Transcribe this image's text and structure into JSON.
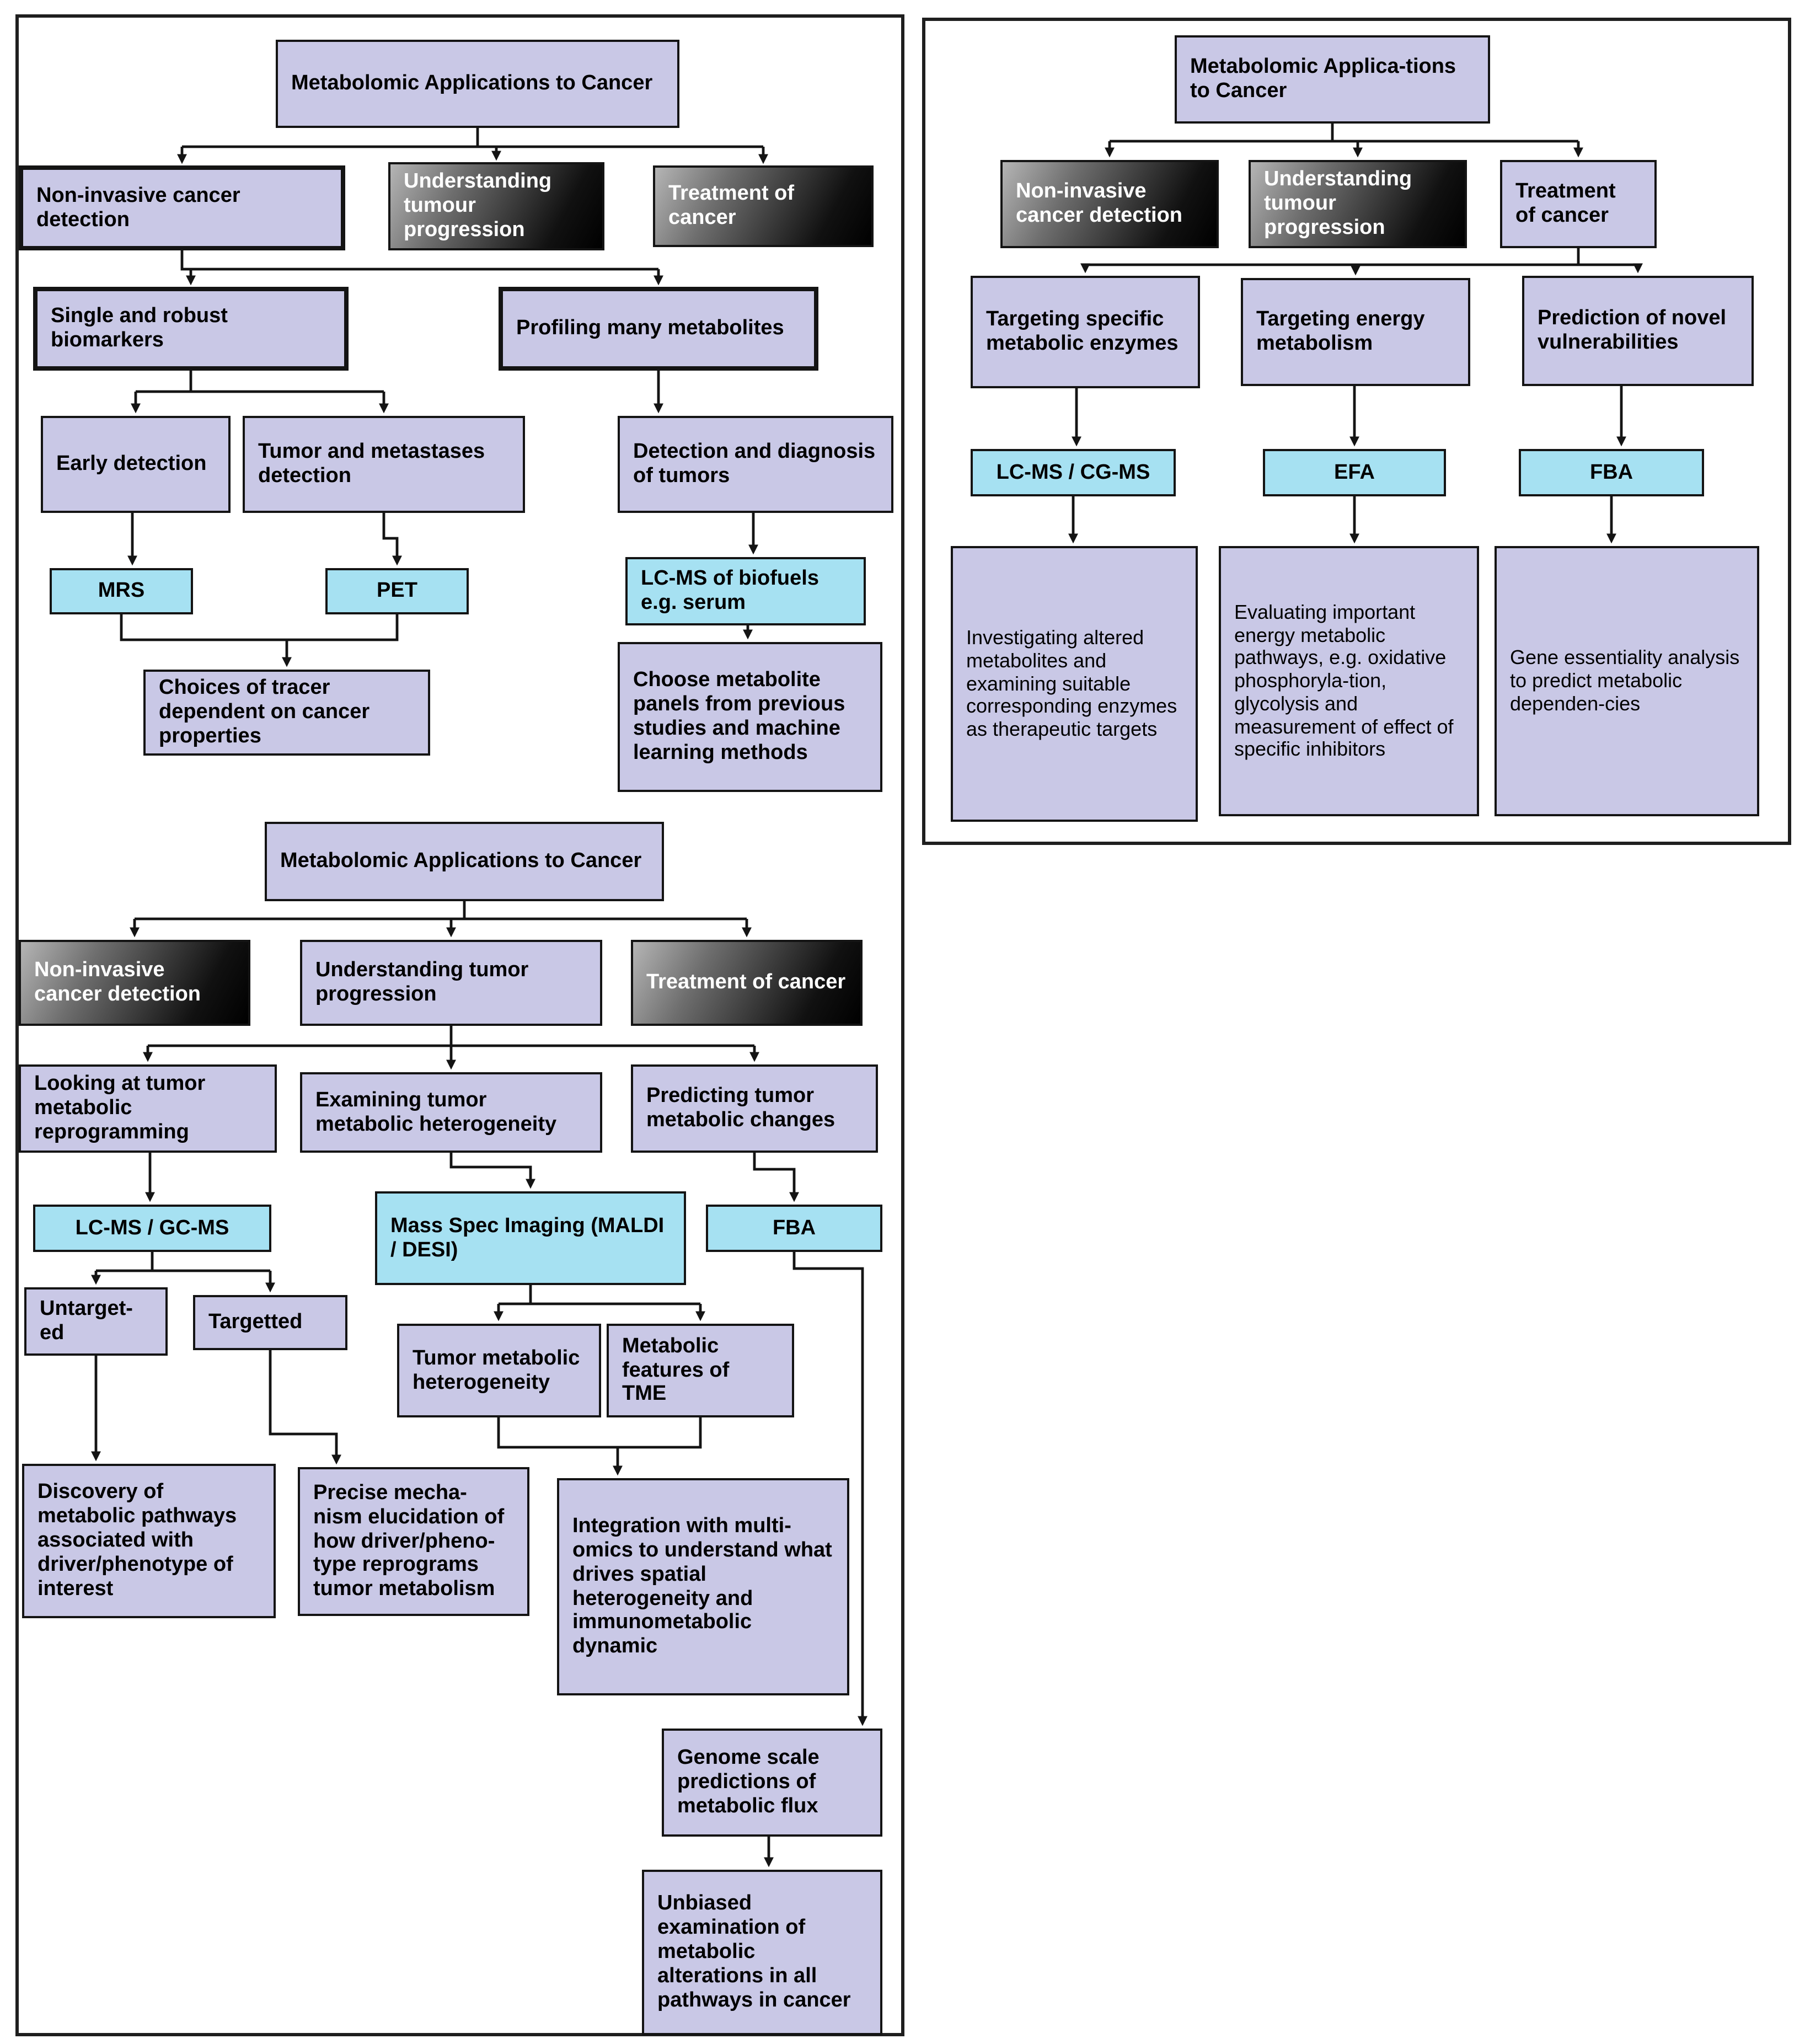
{
  "figure": {
    "title": "Metabolomic Applications to Cancer flowcharts"
  },
  "colors": {
    "node_fill": "#c9c8e6",
    "method_fill": "#a6e1f2",
    "border": "#141414",
    "inactive_gradient_start": "#b5b5b5",
    "inactive_gradient_end": "#000000"
  },
  "panels": {
    "detection": {
      "root": "Metabolomic Applications to Cancer",
      "noninvasive": "Non-invasive cancer detection",
      "understanding": "Understanding tumour progression",
      "treatment": "Treatment of cancer",
      "single_biomarkers": "Single and robust biomarkers",
      "profiling": "Profiling many metabolites",
      "early": "Early detection",
      "tumor_metastases": "Tumor and metastases detection",
      "detection_diagnosis": "Detection and diagnosis of tumors",
      "mrs": "MRS",
      "pet": "PET",
      "lcms_biofluids": "LC-MS of biofuels e.g. serum",
      "tracer": "Choices of tracer dependent on cancer properties",
      "panels_box": "Choose metabolite panels from previous studies and machine learning methods"
    },
    "progression": {
      "root": "Metabolomic Applications to Cancer",
      "noninvasive": "Non-invasive cancer detection",
      "understanding": "Understanding tumor progression",
      "treatment": "Treatment of cancer",
      "looking": "Looking at tumor metabolic reprogramming",
      "examining": "Examining tumor metabolic heterogeneity",
      "predicting": "Predicting tumor metabolic changes",
      "lcms_gcms": "LC-MS / GC-MS",
      "msi": "Mass Spec Imaging (MALDI / DESI)",
      "fba": "FBA",
      "untargeted": "Untarget-ed",
      "targeted": "Targetted",
      "tumor_heterogeneity": "Tumor metabolic heterogeneity",
      "tme": "Metabolic features of TME",
      "discovery": "Discovery of metabolic pathways associated with driver/phenotype of interest",
      "precise": "Precise mecha-nism elucidation of how driver/pheno-type reprograms tumor metabolism",
      "integration": "Integration with multi-omics to understand what drives spatial heterogeneity and immunometabolic dynamic",
      "genome": "Genome scale predictions of metabolic flux",
      "unbiased": "Unbiased examination of metabolic alterations in all pathways in cancer"
    },
    "treatment": {
      "root": "Metabolomic Applica-tions to Cancer",
      "noninvasive": "Non-invasive cancer detection",
      "understanding": "Understanding tumour progression",
      "treatment": "Treatment of cancer",
      "enzymes": "Targeting specific metabolic enzymes",
      "energy": "Targeting energy metabolism",
      "vulnerabilities": "Prediction of novel vulnerabilities",
      "lcms_cgms": "LC-MS / CG-MS",
      "efa": "EFA",
      "fba": "FBA",
      "investigating": "Investigating altered metabolites and examining suitable corresponding enzymes as therapeutic targets",
      "evaluating": "Evaluating important energy metabolic pathways, e.g. oxidative phosphoryla-tion, glycolysis and measurement of effect of specific inhibitors",
      "gene": "Gene essentiality analysis to predict metabolic dependen-cies"
    }
  }
}
